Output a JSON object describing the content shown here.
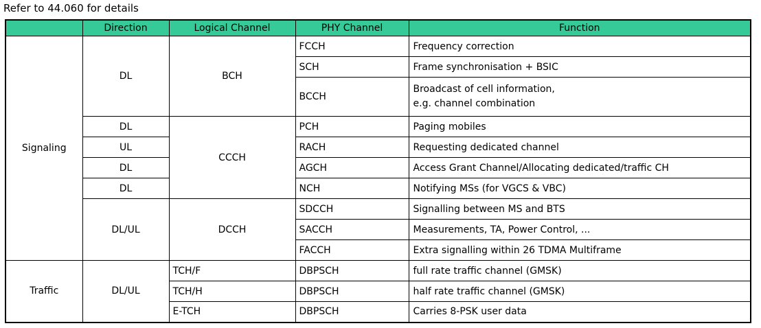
{
  "note": "Refer to 44.060 for details",
  "colors": {
    "header_bg": "#35ca97",
    "border": "#000000",
    "text": "#000000"
  },
  "table": {
    "headers": {
      "category": "",
      "direction": "Direction",
      "logical_channel": "Logical Channel",
      "phy_channel": "PHY Channel",
      "function": "Function"
    },
    "categories": {
      "signaling": "Signaling",
      "traffic": "Traffic"
    },
    "directions": {
      "bch_group": "DL",
      "pch": "DL",
      "rach": "UL",
      "agch": "DL",
      "nch": "DL",
      "dcch_group": "DL/UL",
      "traffic_group": "DL/UL"
    },
    "logical_channels": {
      "bch": "BCH",
      "ccch": "CCCH",
      "dcch": "DCCH",
      "tch_f": "TCH/F",
      "tch_h": "TCH/H",
      "e_tch": "E-TCH"
    },
    "rows": [
      {
        "phy": "FCCH",
        "function": "Frequency correction"
      },
      {
        "phy": "SCH",
        "function": "Frame synchronisation + BSIC"
      },
      {
        "phy": "BCCH",
        "function": "Broadcast of cell information,\ne.g. channel combination"
      },
      {
        "phy": "PCH",
        "function": "Paging mobiles"
      },
      {
        "phy": "RACH",
        "function": "Requesting dedicated channel"
      },
      {
        "phy": "AGCH",
        "function": "Access Grant Channel/Allocating dedicated/traffic CH"
      },
      {
        "phy": "NCH",
        "function": "Notifying MSs (for VGCS & VBC)"
      },
      {
        "phy": "SDCCH",
        "function": "Signalling between MS and BTS"
      },
      {
        "phy": "SACCH",
        "function": "Measurements, TA, Power Control, ..."
      },
      {
        "phy": "FACCH",
        "function": "Extra signalling within 26 TDMA Multiframe"
      },
      {
        "phy": "DBPSCH",
        "function": "full rate traffic channel (GMSK)"
      },
      {
        "phy": "DBPSCH",
        "function": "half rate traffic channel (GMSK)"
      },
      {
        "phy": "DBPSCH",
        "function": "Carries 8-PSK user data"
      }
    ]
  }
}
